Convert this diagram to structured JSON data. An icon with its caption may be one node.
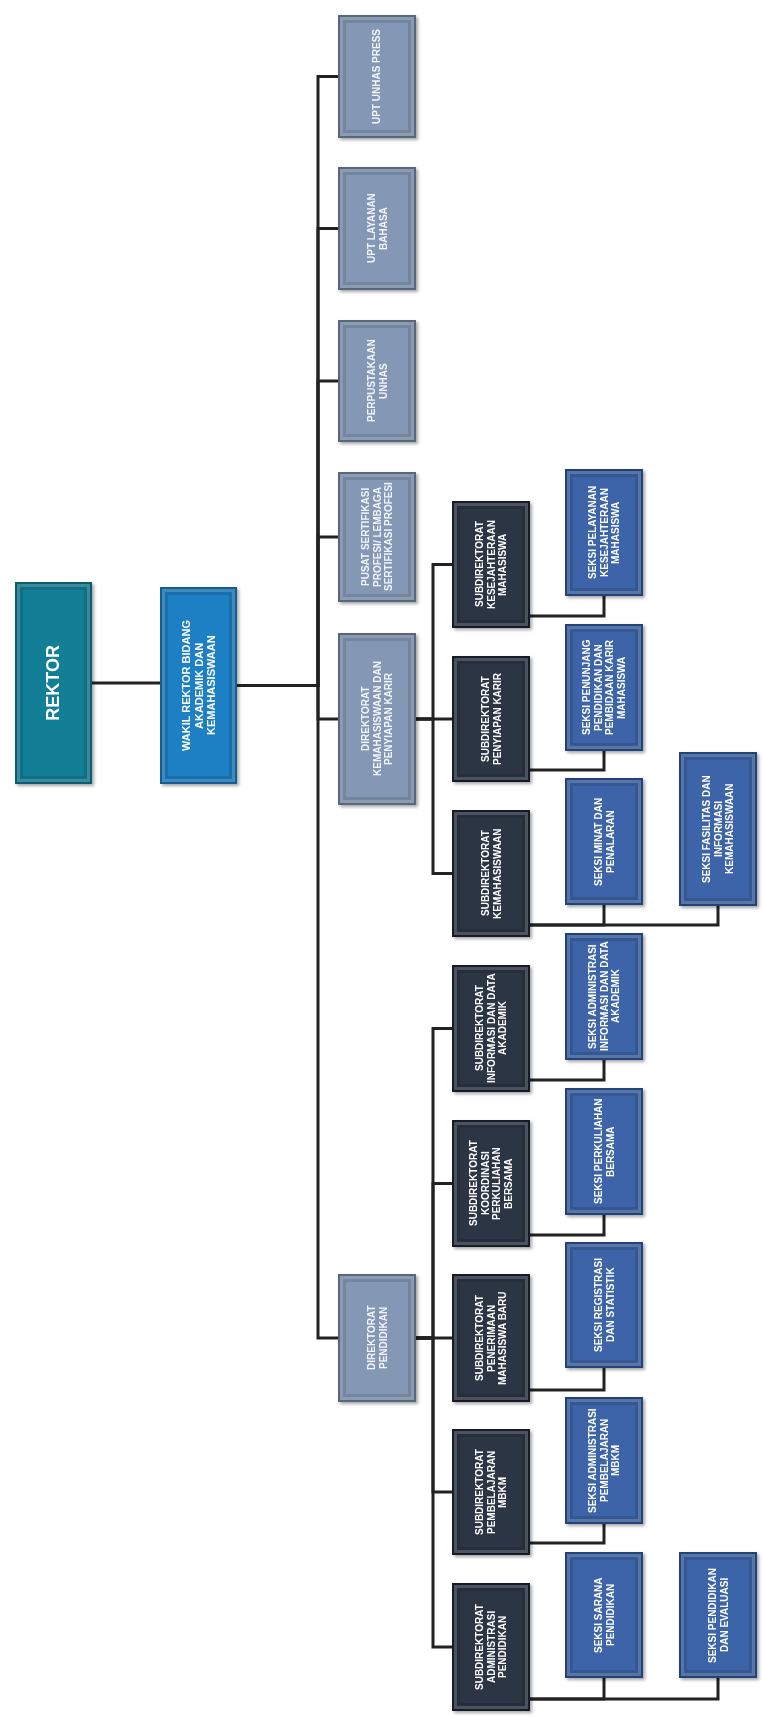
{
  "diagram": {
    "nodes": [
      {
        "text": [
          "REKTOR"
        ]
      },
      {
        "text": [
          "WAKIL REKTOR BIDANG AKADEMIK DAN KEMAHASISWAAN"
        ]
      },
      {
        "text": [
          "UPT UNHAS PRESS"
        ]
      },
      {
        "text": [
          "UPT LAYANAN BAHASA"
        ]
      },
      {
        "text": [
          "PERPUSTAKAAN UNHAS"
        ]
      },
      {
        "text": [
          "PUSAT SERTIFIKASI PROFESI/ LEMBAGA SERTIFIKASI PROFESI"
        ]
      },
      {
        "text": [
          "DIREKTORAT KEMAHASISWAAN DAN PENYIAPAN KARIR"
        ]
      },
      {
        "text": [
          "SUBDIREKTORAT KESEJAHTERAAN MAHASISWA"
        ]
      },
      {
        "text": [
          "SEKSI PELAYANAN KESEJAHTERAAN MAHASISWA"
        ]
      },
      {
        "text": [
          "SUBDIREKTORAT PENYIAPAN KARIR"
        ]
      },
      {
        "text": [
          "SEKSI PENUNJANG PENDIDIKAN DAN PEMBIDAAN KARIR MAHASISWA"
        ]
      },
      {
        "text": [
          "SUBDIREKTORAT KEMAHASISWAAN"
        ]
      },
      {
        "text": [
          "SEKSI MINAT DAN PENALARAN"
        ]
      },
      {
        "text": [
          "SEKSI FASILITAS DAN INFORMASI KEMAHASISWAAN"
        ]
      },
      {
        "text": [
          "DIREKTORAT PENDIDIKAN"
        ]
      },
      {
        "text": [
          "SUBDIREKTORAT INFORMASI DAN DATA AKADEMIK"
        ]
      },
      {
        "text": [
          "SEKSI ADMINISTRASI INFORMASI DAN DATA AKADEMIK"
        ]
      },
      {
        "text": [
          "SUBDIREKTORAT KOORDINASI PERKULIAHAN BERSAMA"
        ]
      },
      {
        "text": [
          "SEKSI PERKULIAHAN BERSAMA"
        ]
      },
      {
        "text": [
          "SUBDIREKTORAT PENERIMAAN MAHASISWA BARU"
        ]
      },
      {
        "text": [
          "SEKSI REGISTRASI DAN STATISTIK"
        ]
      },
      {
        "text": [
          "SUBDIREKTORAT PEMBELAJARAN MBKM"
        ]
      },
      {
        "text": [
          "SEKSI ADMINISTRASI PEMBELAJARAN MBKM"
        ]
      },
      {
        "text": [
          "SUBDIREKTORAT ADMINISTRASI PENDIDIKAN"
        ]
      },
      {
        "text": [
          "SEKSI SARANA PENDIDIKAN"
        ]
      },
      {
        "text": [
          "SEKSI PENDIDIKAN DAN EVALUASI"
        ]
      }
    ],
    "edges": [
      {
        "from": 0,
        "to": 1,
        "arrow": "none"
      },
      {
        "from": 1,
        "to": 2,
        "arrow": "none"
      },
      {
        "from": 1,
        "to": 3,
        "arrow": "none"
      },
      {
        "from": 1,
        "to": 4,
        "arrow": "none"
      },
      {
        "from": 1,
        "to": 5,
        "arrow": "none"
      },
      {
        "from": 1,
        "to": 6,
        "arrow": "none"
      },
      {
        "from": 1,
        "to": 14,
        "arrow": "none"
      },
      {
        "from": 6,
        "to": 7,
        "arrow": "none"
      },
      {
        "from": 6,
        "to": 9,
        "arrow": "none"
      },
      {
        "from": 6,
        "to": 11,
        "arrow": "none"
      },
      {
        "from": 7,
        "to": 8,
        "arrow": "none"
      },
      {
        "from": 9,
        "to": 10,
        "arrow": "none"
      },
      {
        "from": 11,
        "to": 12,
        "arrow": "none"
      },
      {
        "from": 11,
        "to": 13,
        "arrow": "none"
      },
      {
        "from": 14,
        "to": 15,
        "arrow": "none"
      },
      {
        "from": 14,
        "to": 17,
        "arrow": "none"
      },
      {
        "from": 14,
        "to": 19,
        "arrow": "none"
      },
      {
        "from": 14,
        "to": 21,
        "arrow": "none"
      },
      {
        "from": 14,
        "to": 23,
        "arrow": "none"
      },
      {
        "from": 15,
        "to": 16,
        "arrow": "none"
      },
      {
        "from": 17,
        "to": 18,
        "arrow": "none"
      },
      {
        "from": 19,
        "to": 20,
        "arrow": "none"
      },
      {
        "from": 21,
        "to": 22,
        "arrow": "none"
      },
      {
        "from": 23,
        "to": 24,
        "arrow": "none"
      },
      {
        "from": 23,
        "to": 25,
        "arrow": "none"
      }
    ]
  }
}
